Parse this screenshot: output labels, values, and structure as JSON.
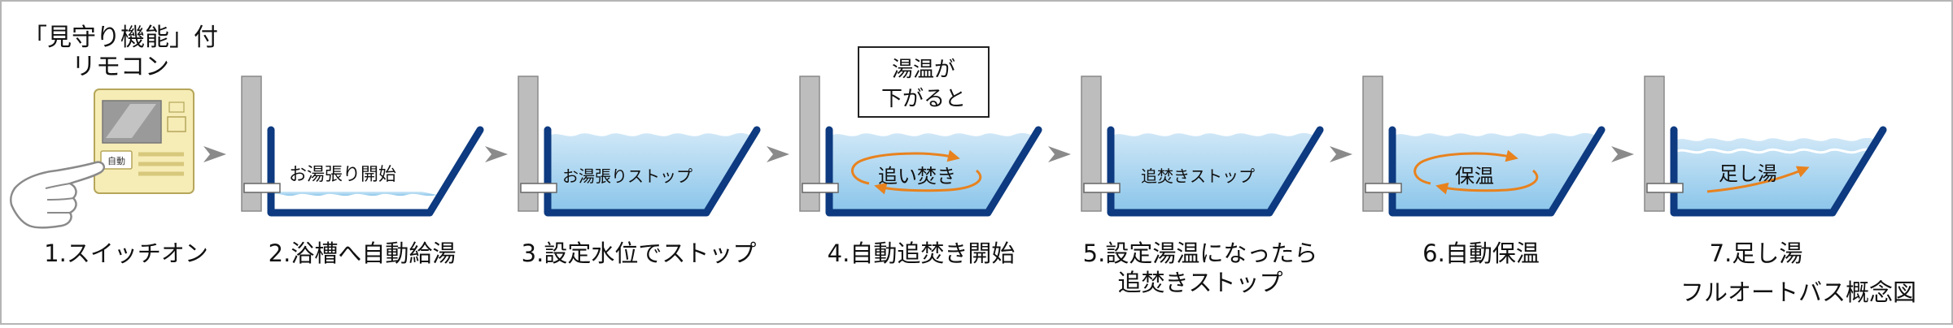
{
  "remote": {
    "title_line1": "「見守り機能」付",
    "title_line2": "リモコン",
    "button_label": "自動"
  },
  "status_box": {
    "line1": "湯温が",
    "line2": "下がると"
  },
  "tubs": [
    {
      "label": "お湯張り開始"
    },
    {
      "label": "お湯張りストップ"
    },
    {
      "label": "追い焚き"
    },
    {
      "label": "追焚きストップ"
    },
    {
      "label": "保温"
    },
    {
      "label": "足し湯"
    }
  ],
  "steps": [
    {
      "line1": "1.スイッチオン",
      "line2": ""
    },
    {
      "line1": "2.浴槽へ自動給湯",
      "line2": ""
    },
    {
      "line1": "3.設定水位でストップ",
      "line2": ""
    },
    {
      "line1": "4.自動追焚き開始",
      "line2": ""
    },
    {
      "line1": "5.設定湯温になったら",
      "line2": "追焚きストップ"
    },
    {
      "line1": "6.自動保温",
      "line2": ""
    },
    {
      "line1": "7.足し湯",
      "line2": "フルオートバス概念図"
    }
  ],
  "colors": {
    "tub_blue": "#0d3a80",
    "water_blue": "#a8d4ef",
    "wall_gray": "#bdbdbd",
    "arrow_orange": "#e8821e",
    "remote_body": "#f6ecb6",
    "chevron_gray": "#8a8a8a"
  }
}
